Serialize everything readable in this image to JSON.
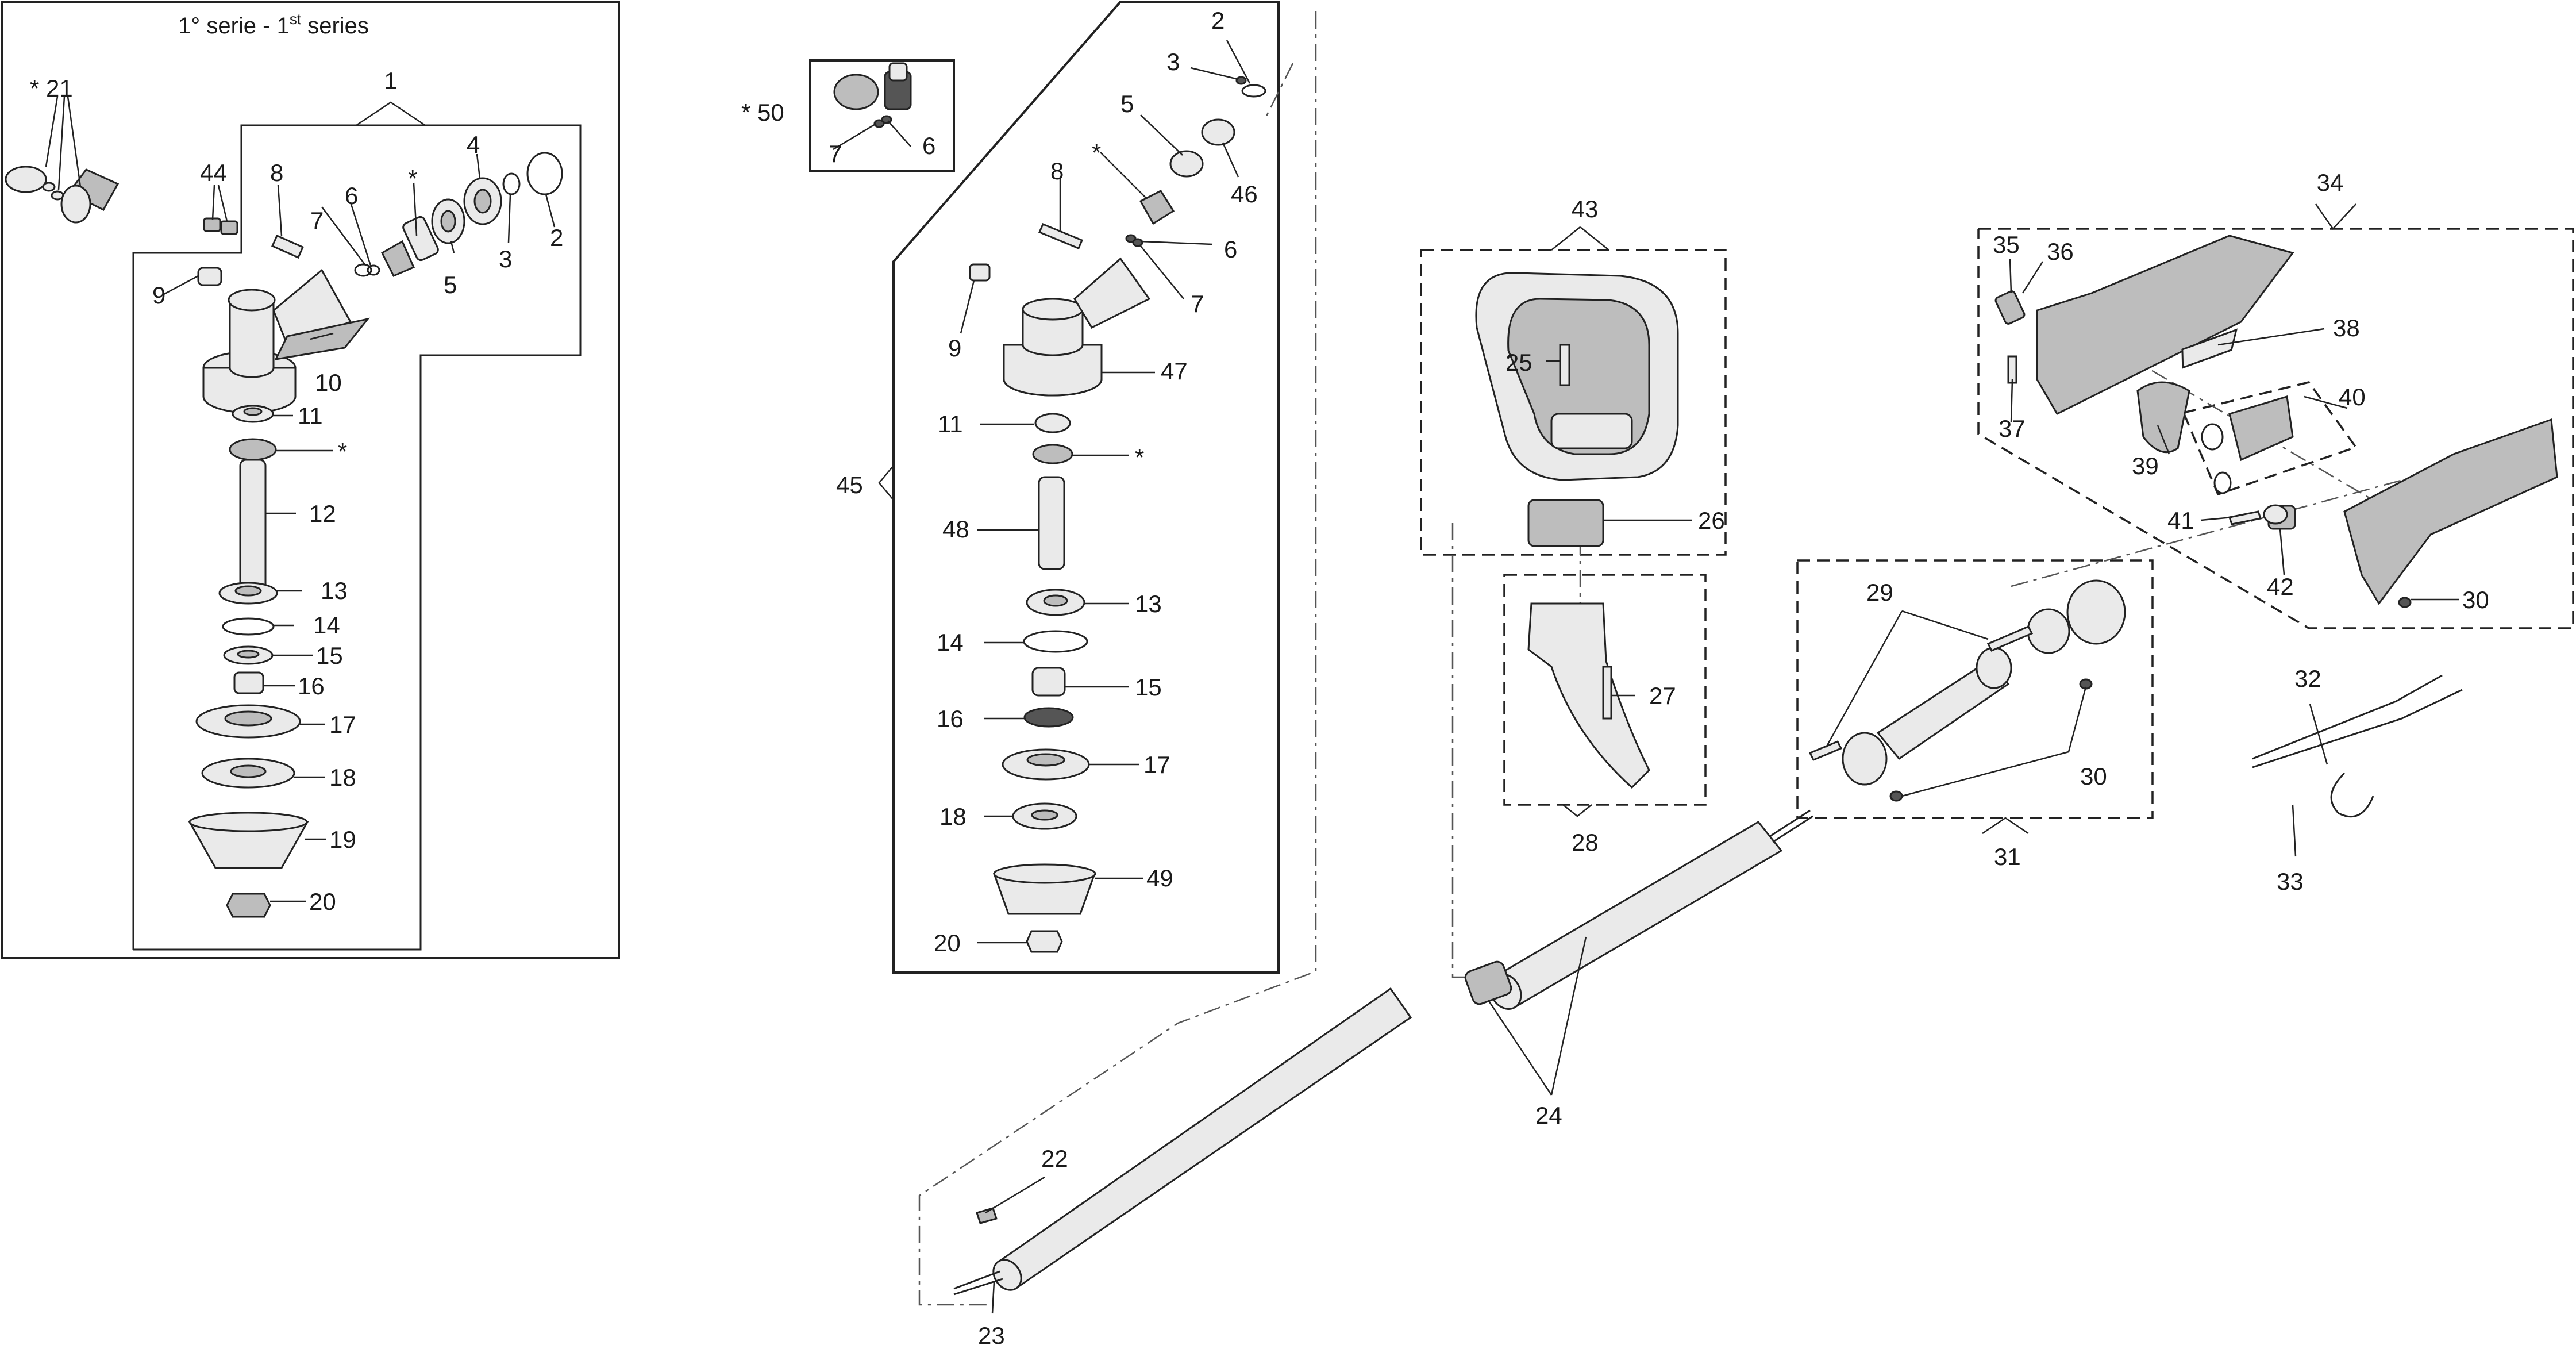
{
  "frames": {
    "first_series_title": "1° serie - 1",
    "first_series_sup": "st",
    "first_series_suffix": " series"
  },
  "labels": {
    "p1": "1",
    "p2a": "2",
    "p3a": "3",
    "p4": "4",
    "p5a": "5",
    "p6a": "6",
    "p7a": "7",
    "p8a": "8",
    "p9a": "9",
    "p10": "10",
    "p11a": "11",
    "p12": "12",
    "p13a": "13",
    "p14a": "14",
    "p15a": "15",
    "p16a": "16",
    "p17a": "17",
    "p18a": "18",
    "p19": "19",
    "p20a": "20",
    "p21": "* 21",
    "p44": "44",
    "star_a1": "*",
    "star_a2": "*",
    "p2b": "2",
    "p3b": "3",
    "p5b": "5",
    "p46": "46",
    "p8b": "8",
    "p6b": "6",
    "p7b": "7",
    "p9b": "9",
    "p47": "47",
    "p11b": "11",
    "p48": "48",
    "p13b": "13",
    "p14b": "14",
    "p15b": "15",
    "p16b": "16",
    "p17b": "17",
    "p18b": "18",
    "p49": "49",
    "p20b": "20",
    "p45": "45",
    "p50": "* 50",
    "p7c": "7",
    "p6c": "6",
    "star_b1": "*",
    "star_b2": "*",
    "p43": "43",
    "p25": "25",
    "p26": "26",
    "p27": "27",
    "p28": "28",
    "p34": "34",
    "p35": "35",
    "p36": "36",
    "p37": "37",
    "p38": "38",
    "p39": "39",
    "p40": "40",
    "p41": "41",
    "p42": "42",
    "p30a": "30",
    "p29": "29",
    "p30b": "30",
    "p31": "31",
    "p32": "32",
    "p33": "33",
    "p22": "22",
    "p23": "23",
    "p24": "24"
  }
}
